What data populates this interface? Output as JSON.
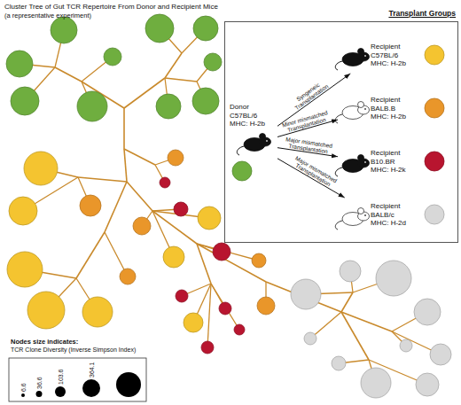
{
  "diagram": {
    "title": "Cluster Tree of Gut TCR Repertoire From Donor and Recipient Mice",
    "nodes": [
      {
        "text": [
          "Transplant Groups"
        ]
      },
      {
        "text": [
          "Donor C57BL/6 MHC: H-2b"
        ],
        "in": 0
      },
      {
        "text": [
          "Recipient C57BL/6 MHC: H-2b"
        ],
        "in": 0
      },
      {
        "text": [
          "Recipient BALB.B MHC: H-2b"
        ],
        "in": 0
      },
      {
        "text": [
          "Recipient B10.BR MHC: H-2k"
        ],
        "in": 0
      },
      {
        "text": [
          "Recipient BALB/c MHC: H-2d"
        ],
        "in": 0
      }
    ],
    "edges": [
      {
        "from": 1,
        "to": 2,
        "label": "Syngeneic Transplantation",
        "arrow": "to"
      },
      {
        "from": 1,
        "to": 3,
        "label": "Minor mismatched Transplantation",
        "arrow": "to"
      },
      {
        "from": 1,
        "to": 4,
        "label": "Major mismatched Transplantation",
        "arrow": "to"
      },
      {
        "from": 1,
        "to": 5,
        "label": "Major mismatched Transplantation",
        "arrow": "to"
      }
    ],
    "labels": [
      "(a representative experiment)",
      "Nodes size indicates:",
      "TCR Clone Diversity (Inverse Simpson Index)"
    ],
    "legend": [
      {
        "text": "6.6"
      },
      {
        "text": "36.6"
      },
      {
        "text": "103.6"
      },
      {
        "text": "364.1"
      }
    ]
  }
}
